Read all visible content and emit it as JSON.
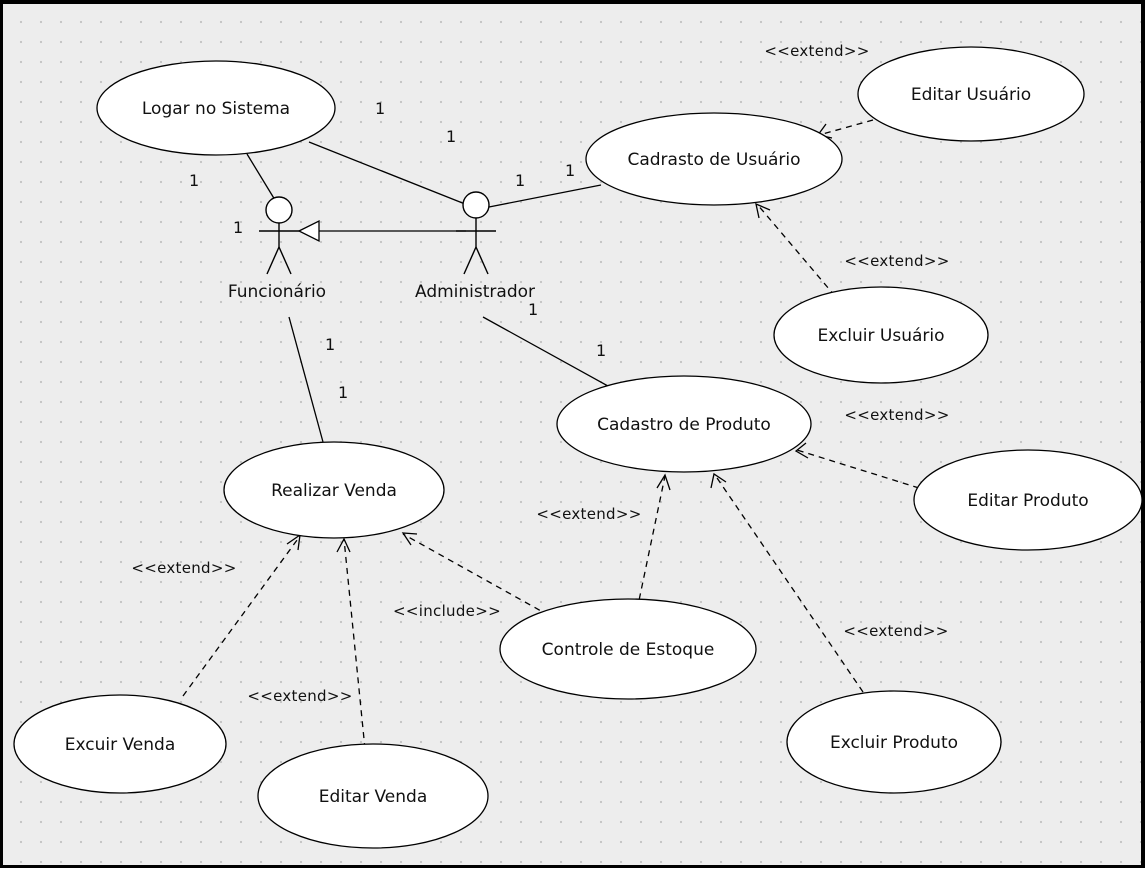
{
  "diagram": {
    "actors": [
      {
        "id": "funcionario",
        "label": "Funcionário"
      },
      {
        "id": "administrador",
        "label": "Administrador"
      }
    ],
    "use_cases": [
      {
        "id": "logar",
        "label": "Logar no Sistema"
      },
      {
        "id": "cadastro_usuario",
        "label": "Cadrasto de Usuário"
      },
      {
        "id": "editar_usuario",
        "label": "Editar Usuário"
      },
      {
        "id": "excluir_usuario",
        "label": "Excluir Usuário"
      },
      {
        "id": "cadastro_produto",
        "label": "Cadastro de Produto"
      },
      {
        "id": "editar_produto",
        "label": "Editar Produto"
      },
      {
        "id": "excluir_produto",
        "label": "Excluir Produto"
      },
      {
        "id": "controle_estoque",
        "label": "Controle de Estoque"
      },
      {
        "id": "realizar_venda",
        "label": "Realizar Venda"
      },
      {
        "id": "excuir_venda",
        "label": "Excuir Venda"
      },
      {
        "id": "editar_venda",
        "label": "Editar Venda"
      }
    ],
    "stereotypes": {
      "extend": "<<extend>>",
      "include": "<<include>>"
    },
    "multiplicity": "1"
  }
}
